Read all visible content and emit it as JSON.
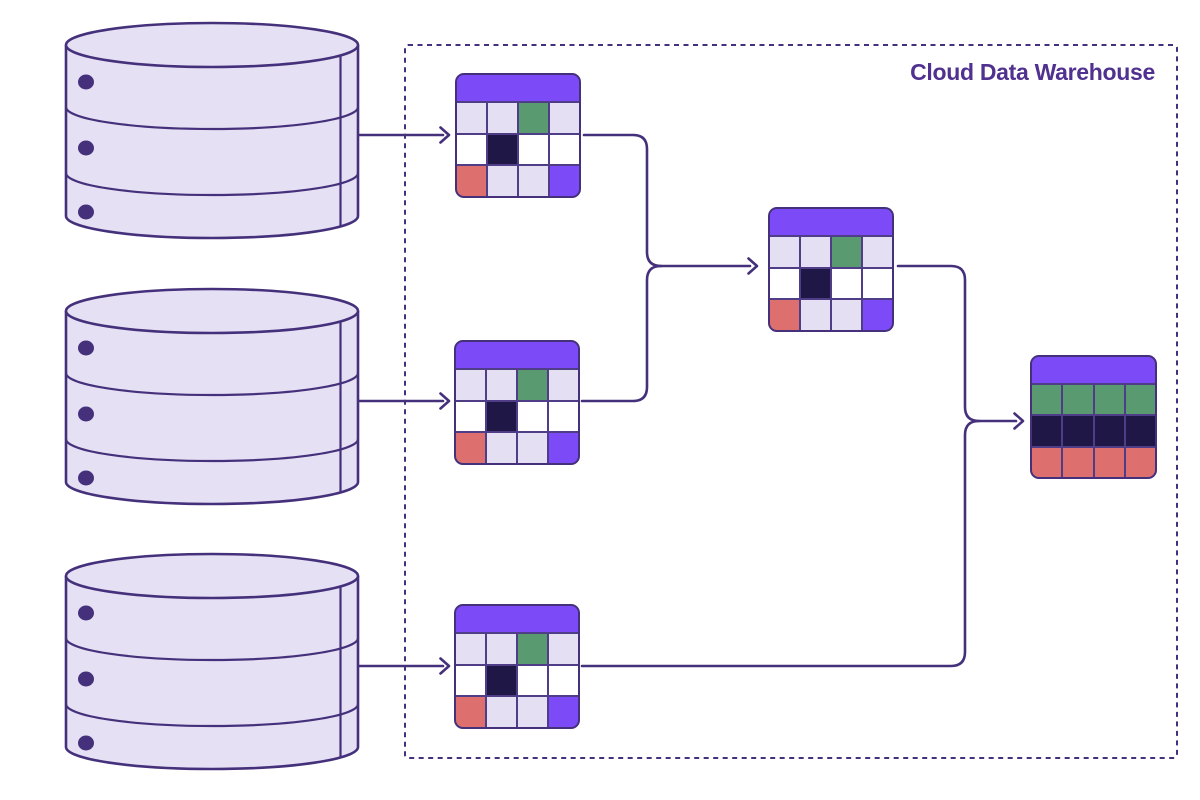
{
  "title": {
    "label": "Cloud Data Warehouse"
  },
  "colors": {
    "canvas": "#FFFFFF",
    "stroke": "#45317B",
    "cellBorder": "#4F3D87",
    "violet": "#7C4BF7",
    "lavender": "#E5DFF4",
    "white": "#FFFFFF",
    "green": "#5A9A71",
    "navy": "#1F1746",
    "salmon": "#DD6F6F",
    "dbFill": "#E6E0F4",
    "titleText": "#50318F"
  },
  "icons": {
    "database": "database-cylinder-icon",
    "table": "data-table-icon",
    "arrow": "flow-arrow-icon",
    "boundary": "dashed-boundary-box"
  },
  "tables": {
    "staging_pattern": [
      [
        "lavender",
        "lavender",
        "green",
        "lavender"
      ],
      [
        "white",
        "navy",
        "white",
        "white"
      ],
      [
        "salmon",
        "lavender",
        "lavender",
        "violet"
      ]
    ],
    "merged_pattern": [
      [
        "lavender",
        "lavender",
        "green",
        "lavender"
      ],
      [
        "white",
        "navy",
        "white",
        "white"
      ],
      [
        "salmon",
        "lavender",
        "lavender",
        "violet"
      ]
    ],
    "final_pattern": [
      [
        "green",
        "green",
        "green",
        "green"
      ],
      [
        "navy",
        "navy",
        "navy",
        "navy"
      ],
      [
        "salmon",
        "salmon",
        "salmon",
        "salmon"
      ]
    ]
  }
}
